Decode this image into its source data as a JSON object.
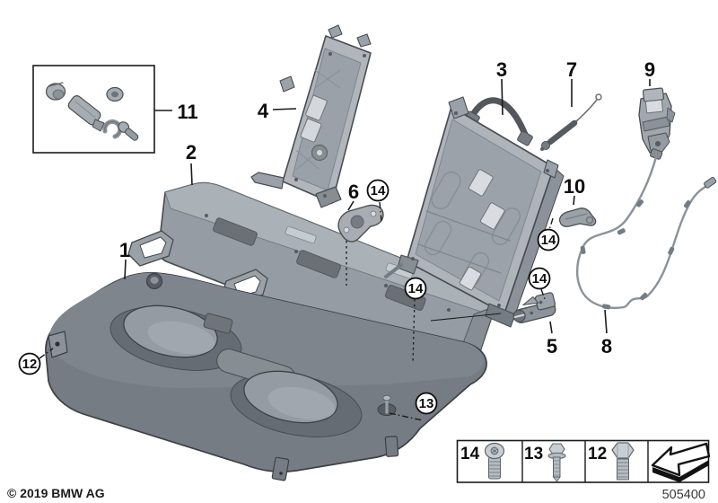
{
  "callouts": {
    "c1": {
      "label": "1"
    },
    "c2": {
      "label": "2"
    },
    "c3": {
      "label": "3"
    },
    "c4": {
      "label": "4"
    },
    "c5": {
      "label": "5"
    },
    "c6": {
      "label": "6"
    },
    "c7": {
      "label": "7"
    },
    "c8": {
      "label": "8"
    },
    "c9": {
      "label": "9"
    },
    "c10": {
      "label": "10"
    },
    "c11": {
      "label": "11"
    },
    "c12": {
      "label": "12"
    },
    "c13": {
      "label": "13"
    },
    "c14": {
      "label": "14"
    }
  },
  "legend": {
    "screws": [
      {
        "label": "14",
        "icon": "torx-pan-head-screw"
      },
      {
        "label": "13",
        "icon": "hex-flange-screw"
      },
      {
        "label": "12",
        "icon": "hex-bolt"
      }
    ],
    "arrow_icon": "direction-arrow"
  },
  "footer": {
    "copyright": "© 2019 BMW AG",
    "diagram_number": "505400"
  },
  "colors": {
    "background": "#ffffff",
    "line": "#1a1a1a",
    "part_light": "#b3b9bf",
    "part_mid": "#9aa1a8",
    "part_dark": "#767c83"
  }
}
